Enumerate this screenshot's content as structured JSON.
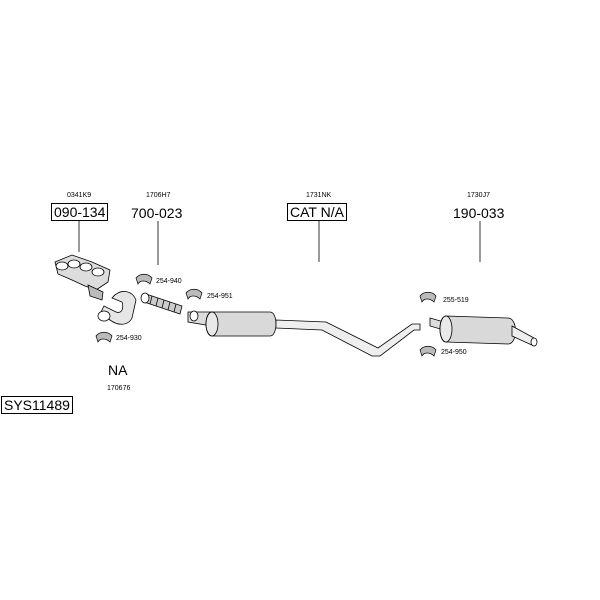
{
  "groups": [
    {
      "ref": "0341K9",
      "code": "090-134",
      "boxed": true
    },
    {
      "ref": "1706H7",
      "code": "700-023",
      "boxed": false
    },
    {
      "ref": "1731NK",
      "code": "CAT N/A",
      "boxed": true
    },
    {
      "ref": "1730J7",
      "code": "190-033",
      "boxed": false
    }
  ],
  "clamps": [
    "254-940",
    "254-951",
    "254-930",
    "255-519",
    "254-950"
  ],
  "na": {
    "code": "NA",
    "ref": "170676"
  },
  "system": "SYS11489"
}
